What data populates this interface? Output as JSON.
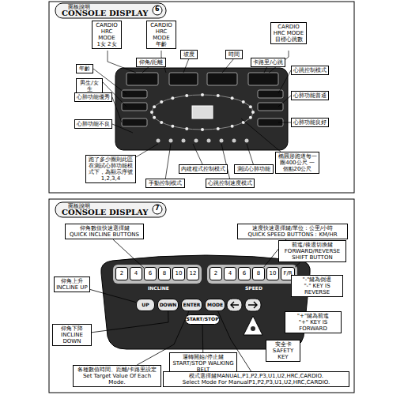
{
  "diagram": {
    "nodes": [
      {
        "text": [
          "CARDIO HRC MODE",
          "1女 2女"
        ]
      },
      {
        "text": [
          "CARDIO HRC MODE",
          "年齡"
        ]
      },
      {
        "text": [
          "坡度"
        ]
      },
      {
        "text": [
          "時間"
        ]
      },
      {
        "text": [
          "CARDIO HRC MODE",
          "目標心跳數"
        ]
      },
      {
        "text": [
          "仰角/距離"
        ]
      },
      {
        "text": [
          "卡路里/心跳"
        ]
      },
      {
        "text": [
          "年齡"
        ]
      },
      {
        "text": [
          "男生/女生"
        ]
      },
      {
        "text": [
          "心跳控制模式"
        ]
      },
      {
        "text": [
          "心肺功能優秀"
        ]
      },
      {
        "text": [
          "心肺功能普通"
        ]
      },
      {
        "text": [
          "心肺功能不良"
        ]
      },
      {
        "text": [
          "心肺功能良好"
        ]
      },
      {
        "text": [
          "跑了多少圈則此區在測試心肺功能模式下，為顯示序號1,2,3,4"
        ]
      },
      {
        "text": [
          "內建程式控制模式"
        ]
      },
      {
        "text": [
          "測試心肺功能"
        ]
      },
      {
        "text": [
          "橢圓形跑道每一圈400公尺 一個點20公尺"
        ]
      },
      {
        "text": [
          "手動控制模式"
        ]
      },
      {
        "text": [
          "心跳控制速度模式"
        ]
      },
      {
        "text": [
          "仰角數值快速選擇鍵",
          "QUICK INCLINE BUTTONS"
        ]
      },
      {
        "text": [
          "速度快速選擇鍵/單位：公里/小時",
          "QUICK SPEED BUTTONS：KM/HR"
        ]
      },
      {
        "text": [
          "前進/後退切換鍵",
          "FORWARD/REVERSE SHIFT BUTTON"
        ]
      },
      {
        "text": [
          "2"
        ]
      },
      {
        "text": [
          "4"
        ]
      },
      {
        "text": [
          "6"
        ]
      },
      {
        "text": [
          "8"
        ]
      },
      {
        "text": [
          "10"
        ]
      },
      {
        "text": [
          "12"
        ]
      },
      {
        "text": [
          "2"
        ]
      },
      {
        "text": [
          "4"
        ]
      },
      {
        "text": [
          "6"
        ]
      },
      {
        "text": [
          "8"
        ]
      },
      {
        "text": [
          "10"
        ]
      },
      {
        "text": [
          "F/R"
        ]
      },
      {
        "text": [
          "仰角上升",
          "INCLINE UP"
        ]
      },
      {
        "text": [
          "\"-\"鍵為倒退",
          "\"-\" KEY IS REVERSE"
        ]
      },
      {
        "text": [
          "UP"
        ]
      },
      {
        "text": [
          "DOWN"
        ]
      },
      {
        "text": [
          "ENTER"
        ]
      },
      {
        "text": [
          "MODE"
        ]
      },
      {
        "text": [
          "START/STOP"
        ]
      },
      {
        "text": [
          "仰角下降",
          "INCLINE DOWN"
        ]
      },
      {
        "text": [
          "\"+\"鍵為前進",
          "\"+\" KEY IS FORWARD"
        ]
      },
      {
        "text": [
          "安全卡",
          "SAFETY KEY"
        ]
      },
      {
        "text": [
          "運轉開始/停止鍵",
          "START/STOP WALKING BELT"
        ]
      },
      {
        "text": [
          "各種數值時間、距離/卡路里設定",
          "Set Target Value Of Each Mode."
        ]
      },
      {
        "text": [
          "模式選擇鍵MANUAL,P1,P2,P3,U1,U2,HRC,CARDIO.",
          "Select Mode For ManualP1,P2,P3,U1,U2,HRC,CARDIO."
        ]
      }
    ],
    "edges": [
      {
        "from": 20,
        "to": 25,
        "arrow": "none"
      },
      {
        "from": 21,
        "to": 32,
        "arrow": "none"
      },
      {
        "from": 22,
        "to": 34,
        "arrow": "none"
      },
      {
        "from": 35,
        "to": 37,
        "arrow": "none"
      },
      {
        "from": 42,
        "to": 38,
        "arrow": "none"
      },
      {
        "from": 46,
        "to": 39,
        "arrow": "none"
      },
      {
        "from": 47,
        "to": 40,
        "arrow": "none"
      },
      {
        "from": 45,
        "to": 41,
        "arrow": "none"
      }
    ],
    "labels": [
      "面板說明",
      "CONSOLE DISPLAY",
      "6",
      "面板說明",
      "CONSOLE DISPLAY",
      "7",
      "INCLINE",
      "SPEED"
    ]
  }
}
